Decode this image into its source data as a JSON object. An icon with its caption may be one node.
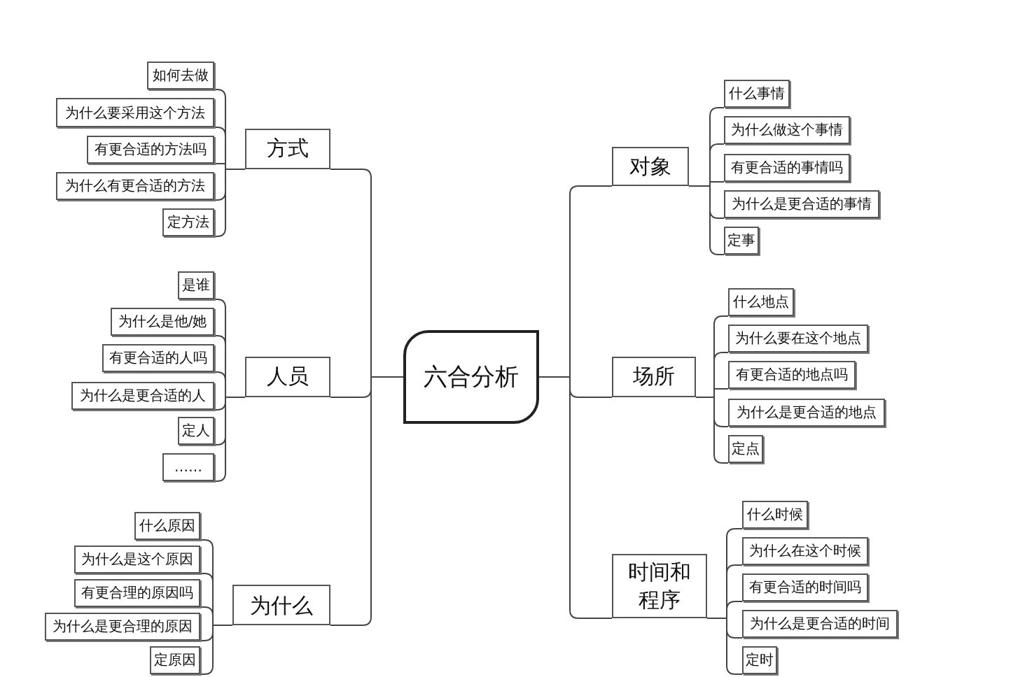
{
  "diagram": {
    "nodes": [
      {
        "text": [
          "六合分析"
        ]
      },
      {
        "text": [
          "方式"
        ]
      },
      {
        "text": [
          "如何去做"
        ]
      },
      {
        "text": [
          "为什么要采用这个方法"
        ]
      },
      {
        "text": [
          "有更合适的方法吗"
        ]
      },
      {
        "text": [
          "为什么有更合适的方法"
        ]
      },
      {
        "text": [
          "定方法"
        ]
      },
      {
        "text": [
          "人员"
        ]
      },
      {
        "text": [
          "是谁"
        ]
      },
      {
        "text": [
          "为什么是他/她"
        ]
      },
      {
        "text": [
          "有更合适的人吗"
        ]
      },
      {
        "text": [
          "为什么是更合适的人"
        ]
      },
      {
        "text": [
          "定人"
        ]
      },
      {
        "text": [
          "……"
        ]
      },
      {
        "text": [
          "为什么"
        ]
      },
      {
        "text": [
          "什么原因"
        ]
      },
      {
        "text": [
          "为什么是这个原因"
        ]
      },
      {
        "text": [
          "有更合理的原因吗"
        ]
      },
      {
        "text": [
          "为什么是更合理的原因"
        ]
      },
      {
        "text": [
          "定原因"
        ]
      },
      {
        "text": [
          "对象"
        ]
      },
      {
        "text": [
          "什么事情"
        ]
      },
      {
        "text": [
          "为什么做这个事情"
        ]
      },
      {
        "text": [
          "有更合适的事情吗"
        ]
      },
      {
        "text": [
          "为什么是更合适的事情"
        ]
      },
      {
        "text": [
          "定事"
        ]
      },
      {
        "text": [
          "场所"
        ]
      },
      {
        "text": [
          "什么地点"
        ]
      },
      {
        "text": [
          "为什么要在这个地点"
        ]
      },
      {
        "text": [
          "有更合适的地点吗"
        ]
      },
      {
        "text": [
          "为什么是更合适的地点"
        ]
      },
      {
        "text": [
          "定点"
        ]
      },
      {
        "text": [
          "时间和程序"
        ]
      },
      {
        "text": [
          "什么时候"
        ]
      },
      {
        "text": [
          "为什么在这个时候"
        ]
      },
      {
        "text": [
          "有更合适的时间吗"
        ]
      },
      {
        "text": [
          "为什么是更合适的时间"
        ]
      },
      {
        "text": [
          "定时"
        ]
      }
    ],
    "edges": [
      {
        "from": 0,
        "to": 1,
        "arrow": "none"
      },
      {
        "from": 0,
        "to": 7,
        "arrow": "none"
      },
      {
        "from": 0,
        "to": 14,
        "arrow": "none"
      },
      {
        "from": 0,
        "to": 20,
        "arrow": "none"
      },
      {
        "from": 0,
        "to": 26,
        "arrow": "none"
      },
      {
        "from": 0,
        "to": 32,
        "arrow": "none"
      },
      {
        "from": 1,
        "to": 2,
        "arrow": "none"
      },
      {
        "from": 1,
        "to": 3,
        "arrow": "none"
      },
      {
        "from": 1,
        "to": 4,
        "arrow": "none"
      },
      {
        "from": 1,
        "to": 5,
        "arrow": "none"
      },
      {
        "from": 1,
        "to": 6,
        "arrow": "none"
      },
      {
        "from": 7,
        "to": 8,
        "arrow": "none"
      },
      {
        "from": 7,
        "to": 9,
        "arrow": "none"
      },
      {
        "from": 7,
        "to": 10,
        "arrow": "none"
      },
      {
        "from": 7,
        "to": 11,
        "arrow": "none"
      },
      {
        "from": 7,
        "to": 12,
        "arrow": "none"
      },
      {
        "from": 7,
        "to": 13,
        "arrow": "none"
      },
      {
        "from": 14,
        "to": 15,
        "arrow": "none"
      },
      {
        "from": 14,
        "to": 16,
        "arrow": "none"
      },
      {
        "from": 14,
        "to": 17,
        "arrow": "none"
      },
      {
        "from": 14,
        "to": 18,
        "arrow": "none"
      },
      {
        "from": 14,
        "to": 19,
        "arrow": "none"
      },
      {
        "from": 20,
        "to": 21,
        "arrow": "none"
      },
      {
        "from": 20,
        "to": 22,
        "arrow": "none"
      },
      {
        "from": 20,
        "to": 23,
        "arrow": "none"
      },
      {
        "from": 20,
        "to": 24,
        "arrow": "none"
      },
      {
        "from": 20,
        "to": 25,
        "arrow": "none"
      },
      {
        "from": 26,
        "to": 27,
        "arrow": "none"
      },
      {
        "from": 26,
        "to": 28,
        "arrow": "none"
      },
      {
        "from": 26,
        "to": 29,
        "arrow": "none"
      },
      {
        "from": 26,
        "to": 30,
        "arrow": "none"
      },
      {
        "from": 26,
        "to": 31,
        "arrow": "none"
      },
      {
        "from": 32,
        "to": 33,
        "arrow": "none"
      },
      {
        "from": 32,
        "to": 34,
        "arrow": "none"
      },
      {
        "from": 32,
        "to": 35,
        "arrow": "none"
      },
      {
        "from": 32,
        "to": 36,
        "arrow": "none"
      },
      {
        "from": 32,
        "to": 37,
        "arrow": "none"
      }
    ]
  }
}
